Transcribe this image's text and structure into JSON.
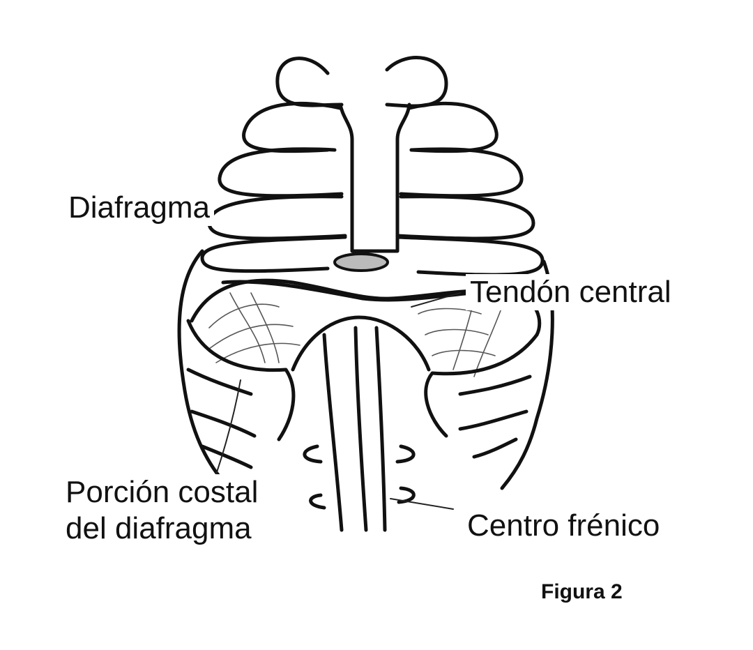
{
  "labels": {
    "diaphragm": "Diafragma",
    "central_tendon": "Tendón central",
    "costal_portion": "Porción costal del diafragma",
    "phrenic_center": "Centro frénico"
  },
  "caption": "Figura 2"
}
